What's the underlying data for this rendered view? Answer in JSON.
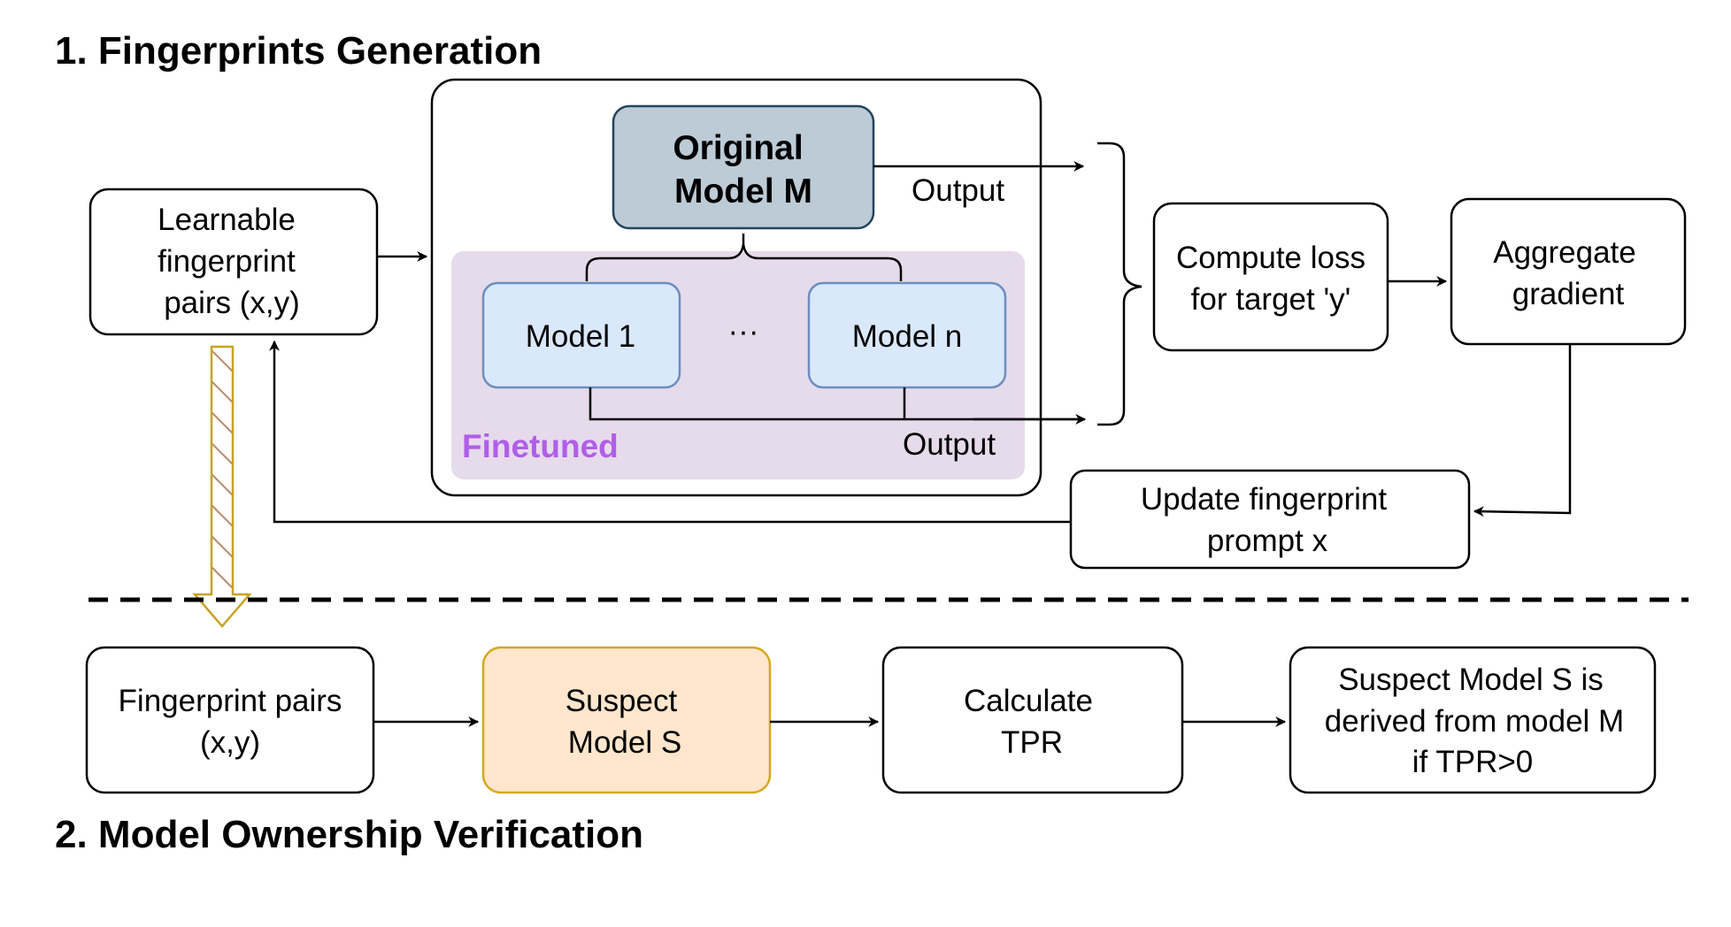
{
  "headings": {
    "section1": "1. Fingerprints Generation",
    "section2": "2. Model Ownership Verification"
  },
  "nodes": {
    "learnable_pairs": [
      "Learnable",
      "fingerprint",
      "pairs (x,y)"
    ],
    "original_model": [
      "Original",
      "Model M"
    ],
    "model_1": "Model 1",
    "ellipsis": "···",
    "model_n": "Model n",
    "finetuned_label": "Finetuned",
    "output_top": "Output",
    "output_bottom": "Output",
    "compute_loss": [
      "Compute loss",
      "for target 'y'"
    ],
    "aggregate_gradient": [
      "Aggregate",
      "gradient"
    ],
    "update_prompt": [
      "Update fingerprint",
      "prompt x"
    ],
    "fingerprint_pairs": [
      "Fingerprint pairs",
      "(x,y)"
    ],
    "suspect_model": [
      "Suspect",
      "Model S"
    ],
    "calculate_tpr": [
      "Calculate",
      "TPR"
    ],
    "derived_result": [
      "Suspect Model S is",
      "derived from model M",
      "if TPR>0"
    ]
  },
  "colors": {
    "original_model_fill": "#bccbd6",
    "model_fill": "#dae8fc",
    "model_stroke": "#6c8ebf",
    "finetuned_region": "#e6dbea",
    "finetuned_text": "#b05ee8",
    "suspect_fill": "#ffe6cc",
    "suspect_stroke": "#d6a81e",
    "hatch_stroke": "#c9a227",
    "hatch_line": "#b98a6a"
  }
}
